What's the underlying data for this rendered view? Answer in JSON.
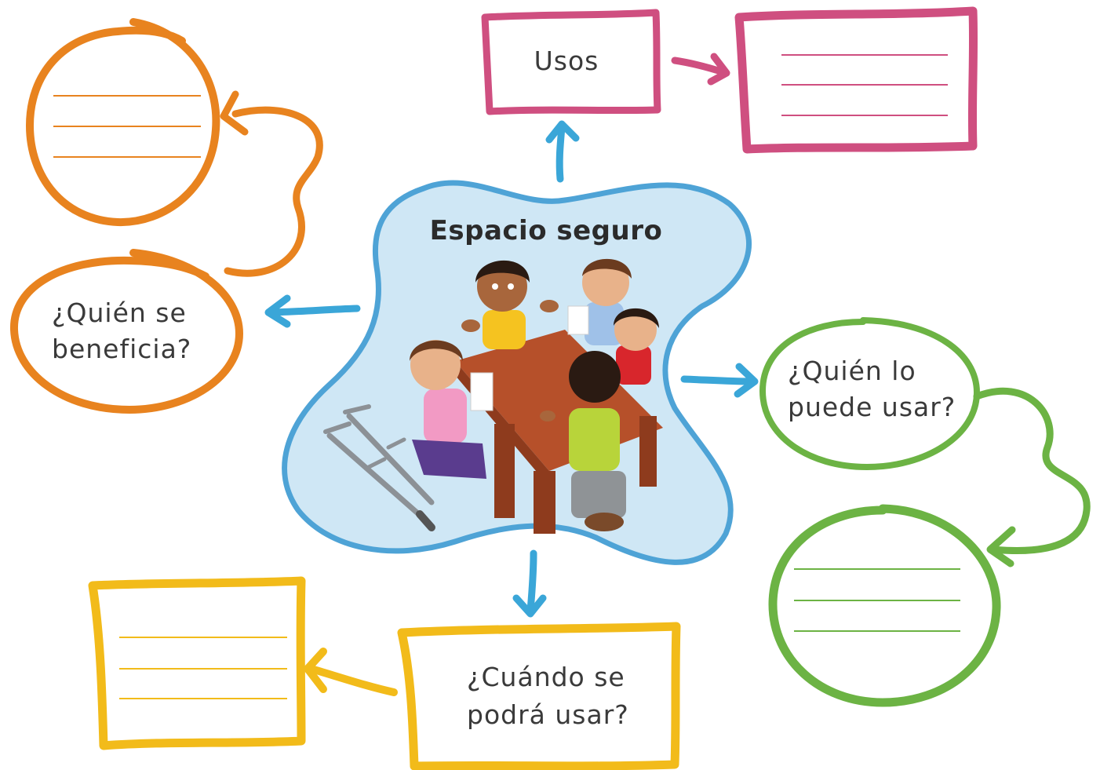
{
  "center": {
    "title": "Espacio seguro"
  },
  "nodes": {
    "usos": {
      "label": "Usos"
    },
    "quien_se_beneficia": {
      "line1": "¿Quién se",
      "line2": "beneficia?"
    },
    "quien_lo_puede_usar": {
      "line1": "¿Quién lo",
      "line2": "puede usar?"
    },
    "cuando_se_podra_usar": {
      "line1": "¿Cuándo se",
      "line2": "podrá usar?"
    }
  },
  "colors": {
    "pink": "#cf4f80",
    "orange": "#e8831f",
    "green": "#6cb344",
    "yellow": "#f2bb1a",
    "blue": "#3aa6d8",
    "blob_fill": "#cfe7f5",
    "blob_stroke": "#4ea3d6"
  }
}
